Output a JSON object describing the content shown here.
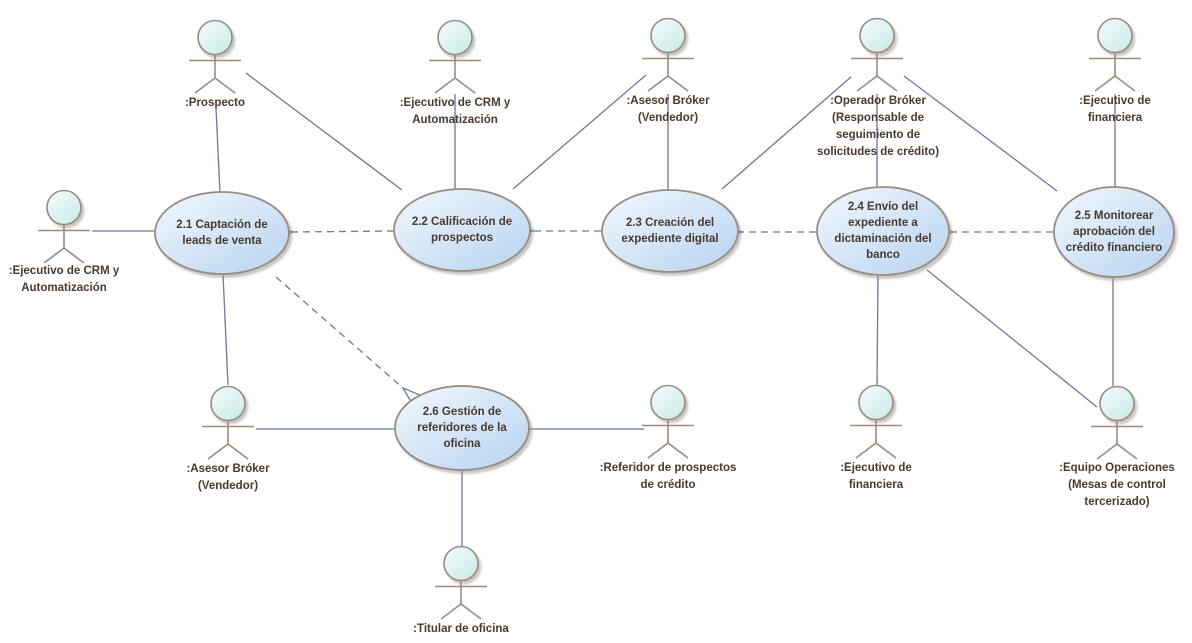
{
  "diagram": {
    "type": "uml-use-case",
    "language": "es"
  },
  "palette": {
    "background": "#ffffff",
    "connector_line": "#68789f",
    "shape_border": "#9c8a7e",
    "ellipse_fill_light": "#f2f8fe",
    "ellipse_fill_dark": "#b7d3f0",
    "actor_head_light": "#f5fcfb",
    "actor_head_dark": "#c6eae8",
    "label_text": "#4a392e"
  },
  "actors": [
    {
      "id": "prospecto",
      "label": ":Prospecto"
    },
    {
      "id": "ejecutivo-crm-top",
      "label": ":Ejecutivo de CRM y Automatización"
    },
    {
      "id": "asesor-broker-top",
      "label": ":Asesor Bróker (Vendedor)"
    },
    {
      "id": "operador-broker",
      "label": ":Operador Bróker (Responsable de seguimiento de solicitudes de crédito)"
    },
    {
      "id": "ejecutivo-financiera-top",
      "label": ":Ejecutivo de financiera"
    },
    {
      "id": "ejecutivo-crm-left",
      "label": ":Ejecutivo de CRM y Automatización"
    },
    {
      "id": "asesor-broker-bottom",
      "label": ":Asesor Bróker (Vendedor)"
    },
    {
      "id": "titular-oficina",
      "label": ":Titular de oficina"
    },
    {
      "id": "referidor-prospectos",
      "label": ":Referidor de prospectos de crédito"
    },
    {
      "id": "ejecutivo-financiera-bottom",
      "label": ":Ejecutivo de financiera"
    },
    {
      "id": "equipo-operaciones",
      "label": ":Equipo Operaciones (Mesas de control tercerizado)"
    }
  ],
  "use_cases": [
    {
      "id": "uc-2-1",
      "label": "2.1 Captación de leads de venta"
    },
    {
      "id": "uc-2-2",
      "label": "2.2 Calificación de prospectos"
    },
    {
      "id": "uc-2-3",
      "label": "2.3 Creación del expediente digital"
    },
    {
      "id": "uc-2-4",
      "label": "2.4 Envío del expediente a dictaminación del banco"
    },
    {
      "id": "uc-2-5",
      "label": "2.5 Monitorear aprobación del crédito financiero"
    },
    {
      "id": "uc-2-6",
      "label": "2.6 Gestión de referidores de la oficina"
    }
  ],
  "connections": {
    "associations": [
      {
        "from": "prospecto",
        "to": "uc-2-1"
      },
      {
        "from": "prospecto",
        "to": "uc-2-2"
      },
      {
        "from": "ejecutivo-crm-top",
        "to": "uc-2-2"
      },
      {
        "from": "asesor-broker-top",
        "to": "uc-2-2"
      },
      {
        "from": "asesor-broker-top",
        "to": "uc-2-3"
      },
      {
        "from": "operador-broker",
        "to": "uc-2-3"
      },
      {
        "from": "operador-broker",
        "to": "uc-2-4"
      },
      {
        "from": "operador-broker",
        "to": "uc-2-5"
      },
      {
        "from": "ejecutivo-financiera-top",
        "to": "uc-2-5"
      },
      {
        "from": "ejecutivo-crm-left",
        "to": "uc-2-1"
      },
      {
        "from": "uc-2-1",
        "to": "asesor-broker-bottom"
      },
      {
        "from": "asesor-broker-bottom",
        "to": "uc-2-6"
      },
      {
        "from": "uc-2-6",
        "to": "referidor-prospectos"
      },
      {
        "from": "uc-2-6",
        "to": "titular-oficina"
      },
      {
        "from": "uc-2-4",
        "to": "ejecutivo-financiera-bottom"
      },
      {
        "from": "uc-2-4",
        "to": "equipo-operaciones"
      },
      {
        "from": "uc-2-5",
        "to": "equipo-operaciones"
      }
    ],
    "dependencies_dashed": [
      {
        "from": "uc-2-2",
        "to": "uc-2-1"
      },
      {
        "from": "uc-2-3",
        "to": "uc-2-2"
      },
      {
        "from": "uc-2-4",
        "to": "uc-2-3"
      },
      {
        "from": "uc-2-5",
        "to": "uc-2-4"
      },
      {
        "from": "uc-2-1",
        "to": "uc-2-6"
      }
    ]
  }
}
